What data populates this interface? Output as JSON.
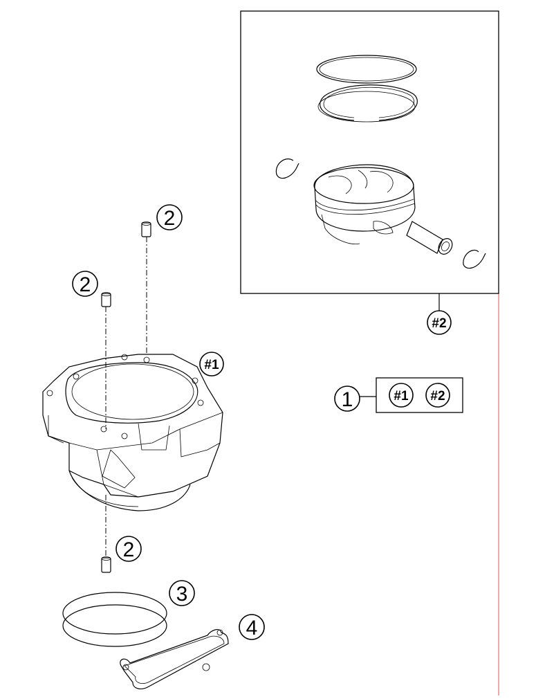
{
  "callouts": {
    "kit": "1",
    "dowel_top": "2",
    "dowel_left": "2",
    "dowel_bottom": "2",
    "o_ring": "3",
    "gasket": "4",
    "cylinder_ref": "#1",
    "piston_ref": "#2",
    "kit_part_a": "#1",
    "kit_part_b": "#2"
  },
  "colors": {
    "line": "#000000",
    "edge_line": "#e05050",
    "background": "#ffffff"
  }
}
